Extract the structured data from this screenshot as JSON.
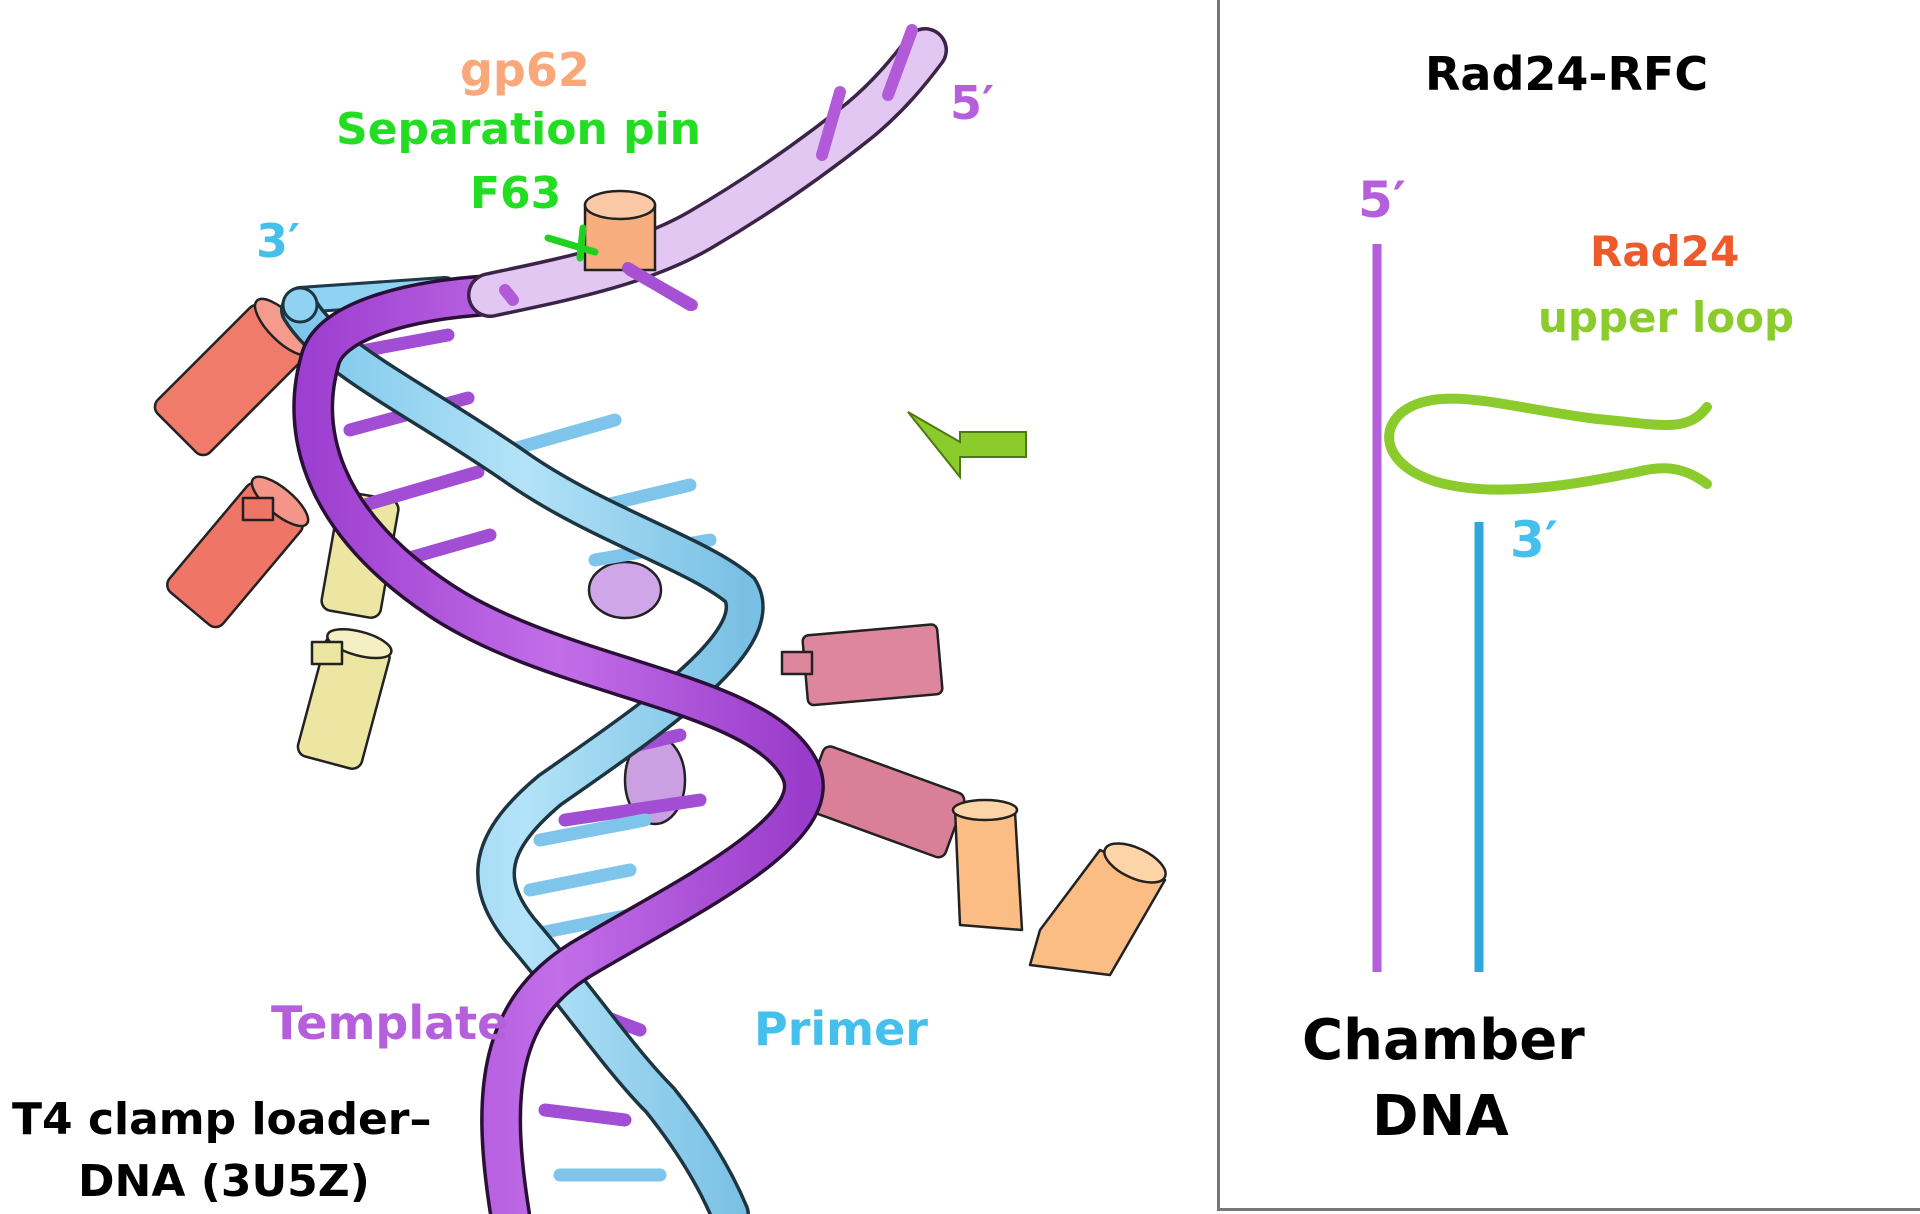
{
  "colors": {
    "template": "#b65fdc",
    "template_light": "#dcbff0",
    "primer": "#8fd2f2",
    "primer_text": "#45bfec",
    "primer_line": "#2ea8dc",
    "gp62": "#f8a87a",
    "separation_pin": "#22dd22",
    "rad24": "#ee5a2c",
    "upper_loop": "#8bcb2c",
    "helix_salmon": "#f07b6b",
    "helix_yellow": "#eee6a4",
    "helix_pink": "#de869e",
    "helix_orange": "#fbbd84",
    "panel_border": "#777777"
  },
  "left_panel": {
    "label_gp62": "gp62",
    "label_pin_1": "Separation pin",
    "label_pin_2": "F63",
    "label_5prime": "5′",
    "label_3prime": "3′",
    "label_template": "Template",
    "label_primer": "Primer",
    "caption_line1": "T4 clamp loader–",
    "caption_line2": "DNA (3U5Z)",
    "arrow_icon": "green-left-arrow"
  },
  "right_panel": {
    "title": "Rad24-RFC",
    "label_5prime": "5′",
    "label_3prime": "3′",
    "label_rad24": "Rad24",
    "label_upper_loop": "upper loop",
    "caption_line1": "Chamber",
    "caption_line2": "DNA"
  }
}
